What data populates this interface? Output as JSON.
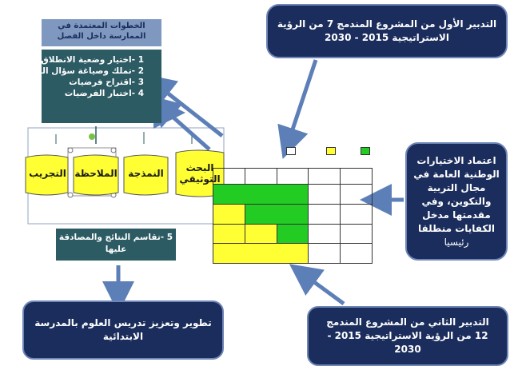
{
  "title_box": {
    "text": "الخطوات المعتمدة في الممارسة داخل الفصل"
  },
  "steps": [
    {
      "num": "1",
      "label": "-اختيار وضعية الانطلاق"
    },
    {
      "num": "2",
      "label": "-تملك وصياغة سؤال التقصي"
    },
    {
      "num": "3",
      "label": "-اقتراح فرضيات"
    },
    {
      "num": "4",
      "label": "-اختبار الفرضيات"
    }
  ],
  "banners": [
    {
      "id": "bahth",
      "label": "البحث التوثيقي"
    },
    {
      "id": "namdhaja",
      "label": "النمذجة"
    },
    {
      "id": "mulahadha",
      "label": "الملاحظة"
    },
    {
      "id": "tajrib",
      "label": "التجريب"
    }
  ],
  "step5": {
    "num": "5",
    "label": "-تقاسم النتائج والمصادقة عليها"
  },
  "top_right_box": {
    "text": "التدبير الأول من المشروع المندمج 7 من الرؤية الاستراتيجية 2015 - 2030"
  },
  "right_box": {
    "main": "اعتماد الاختيارات الوطنية العامة في مجال التربية والتكوين، وفي مقدمتها مدخل الكفايات منطلقا",
    "tail": "رئيسيا"
  },
  "bottom_right_box": {
    "text": "التدبير الثاني من المشروع المندمج 12 من الرؤية الاستراتيجية 2015 - 2030"
  },
  "bottom_left_box": {
    "text": "تطوير وتعزيز تدريس العلوم بالمدرسة الابتدائية"
  },
  "colors": {
    "navy": "#1b2d5c",
    "teal": "#2c5b63",
    "yellow": "#ffff33",
    "green": "#22cc22",
    "arrow": "#5d7fb8"
  }
}
